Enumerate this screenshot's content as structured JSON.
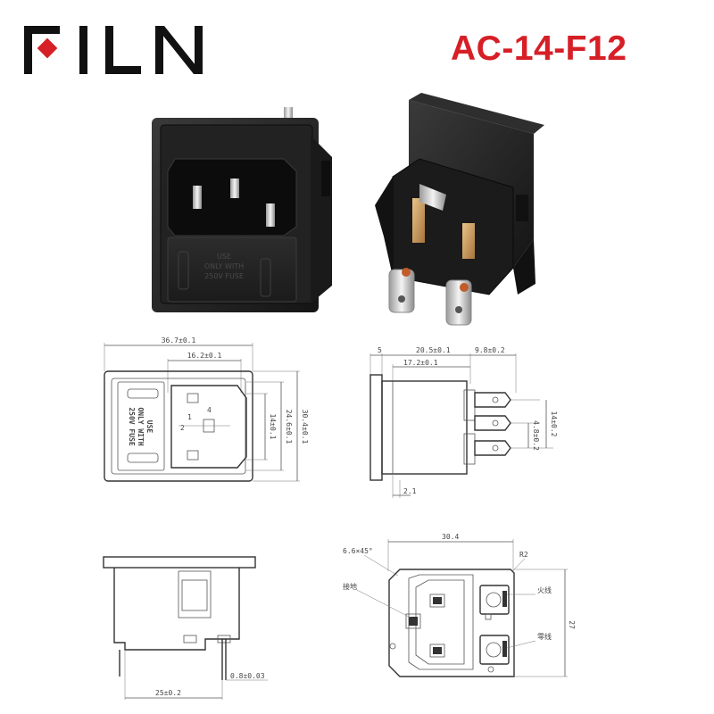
{
  "brand": {
    "logo_text": "FILN",
    "accent_color": "#d61f26",
    "text_color": "#111111"
  },
  "product": {
    "model": "AC-14-F12",
    "fuse_label_lines": [
      "USE",
      "ONLY WITH",
      "250V FUSE"
    ]
  },
  "dimensions": {
    "front_view": {
      "width_overall": "36.7±0.1",
      "inner_width": "16.2±0.1",
      "height_14": "14±0.1",
      "height_24_6": "24.6±0.1",
      "height_30_4": "30.4±0.1",
      "label_1": "1",
      "label_2": "2",
      "label_4": "4"
    },
    "side_view": {
      "flange": "5",
      "body_depth": "20.5±0.1",
      "inner_depth": "17.2±0.1",
      "terminal_length": "9.8±0.2",
      "pin_pitch": "4.8±0.2",
      "pin_span": "14±0.2",
      "flange_thickness": "2.1"
    },
    "bottom_view": {
      "body": "25±0.2",
      "pin_thickness": "0.8±0.03"
    },
    "rear_view": {
      "width": "30.4",
      "chamfer": "6.6×45°",
      "radius": "R2",
      "height": "27",
      "tag_left": "接地",
      "tag_top": "火线",
      "tag_bottom": "零线"
    }
  }
}
